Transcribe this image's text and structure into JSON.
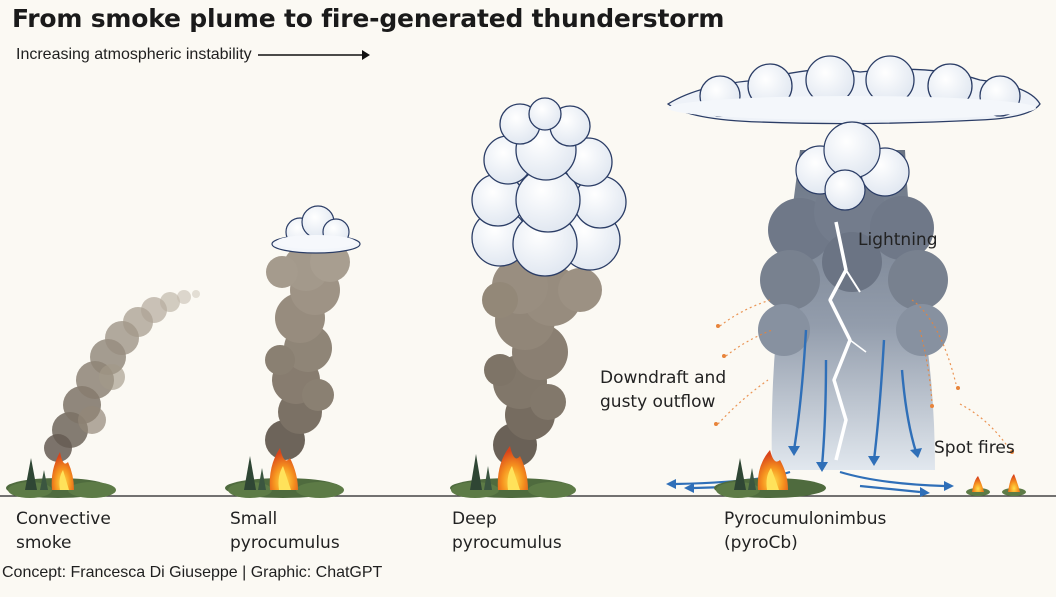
{
  "header": {
    "title": "From smoke plume to fire-generated thunderstorm",
    "subtitle": "Increasing atmospheric instability"
  },
  "stages": [
    {
      "line1": "Convective",
      "line2": "smoke"
    },
    {
      "line1": "Small",
      "line2": "pyrocumulus"
    },
    {
      "line1": "Deep",
      "line2": "pyrocumulus"
    },
    {
      "line1": "Pyrocumulonimbus",
      "line2": "(pyroCb)"
    }
  ],
  "callouts": {
    "lightning": "Lightning",
    "downdraft_line1": "Downdraft and",
    "downdraft_line2": "gusty outflow",
    "spot_fires": "Spot fires"
  },
  "footer": {
    "credit": "Concept: Francesca Di Giuseppe | Graphic: ChatGPT"
  },
  "colors": {
    "background": "#fbf9f3",
    "smoke": "#9a8f80",
    "smoke_dark": "#6e655a",
    "cloud": "#ffffff",
    "cloud_outline": "#2b3d66",
    "storm_gray": "#6b7585",
    "fire_orange": "#f07a1a",
    "fire_yellow": "#ffd23a",
    "outflow_blue": "#2f6fb8",
    "ground": "#444444",
    "tree": "#2f4634"
  }
}
